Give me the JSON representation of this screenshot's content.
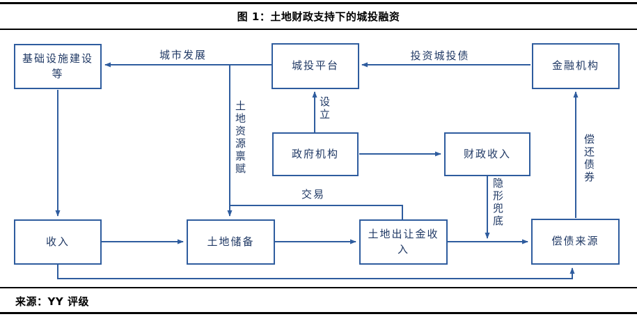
{
  "figure": {
    "title": "图 1：土地财政支持下的城投融资",
    "source": "来源：YY 评级"
  },
  "colors": {
    "line": "#2E5C9E",
    "node_text": "#1F3864",
    "rule": "#000000"
  },
  "diagram": {
    "nodes": {
      "infrastructure": "基础设施建设等",
      "platform": "城投平台",
      "financial_institution": "金融机构",
      "government": "政府机构",
      "fiscal_revenue": "财政收入",
      "income": "收入",
      "land_reserve": "土地储备",
      "land_sale_income": "土地出让金收入",
      "repayment_source": "偿债来源"
    },
    "edge_labels": {
      "urban_development": "城市发展",
      "invest_bonds": "投资城投债",
      "establish": "设立",
      "land_endowment": "土地资源禀赋",
      "transaction": "交易",
      "implicit_guarantee": "隐形兜底",
      "repay_bonds": "偿还债券"
    }
  }
}
